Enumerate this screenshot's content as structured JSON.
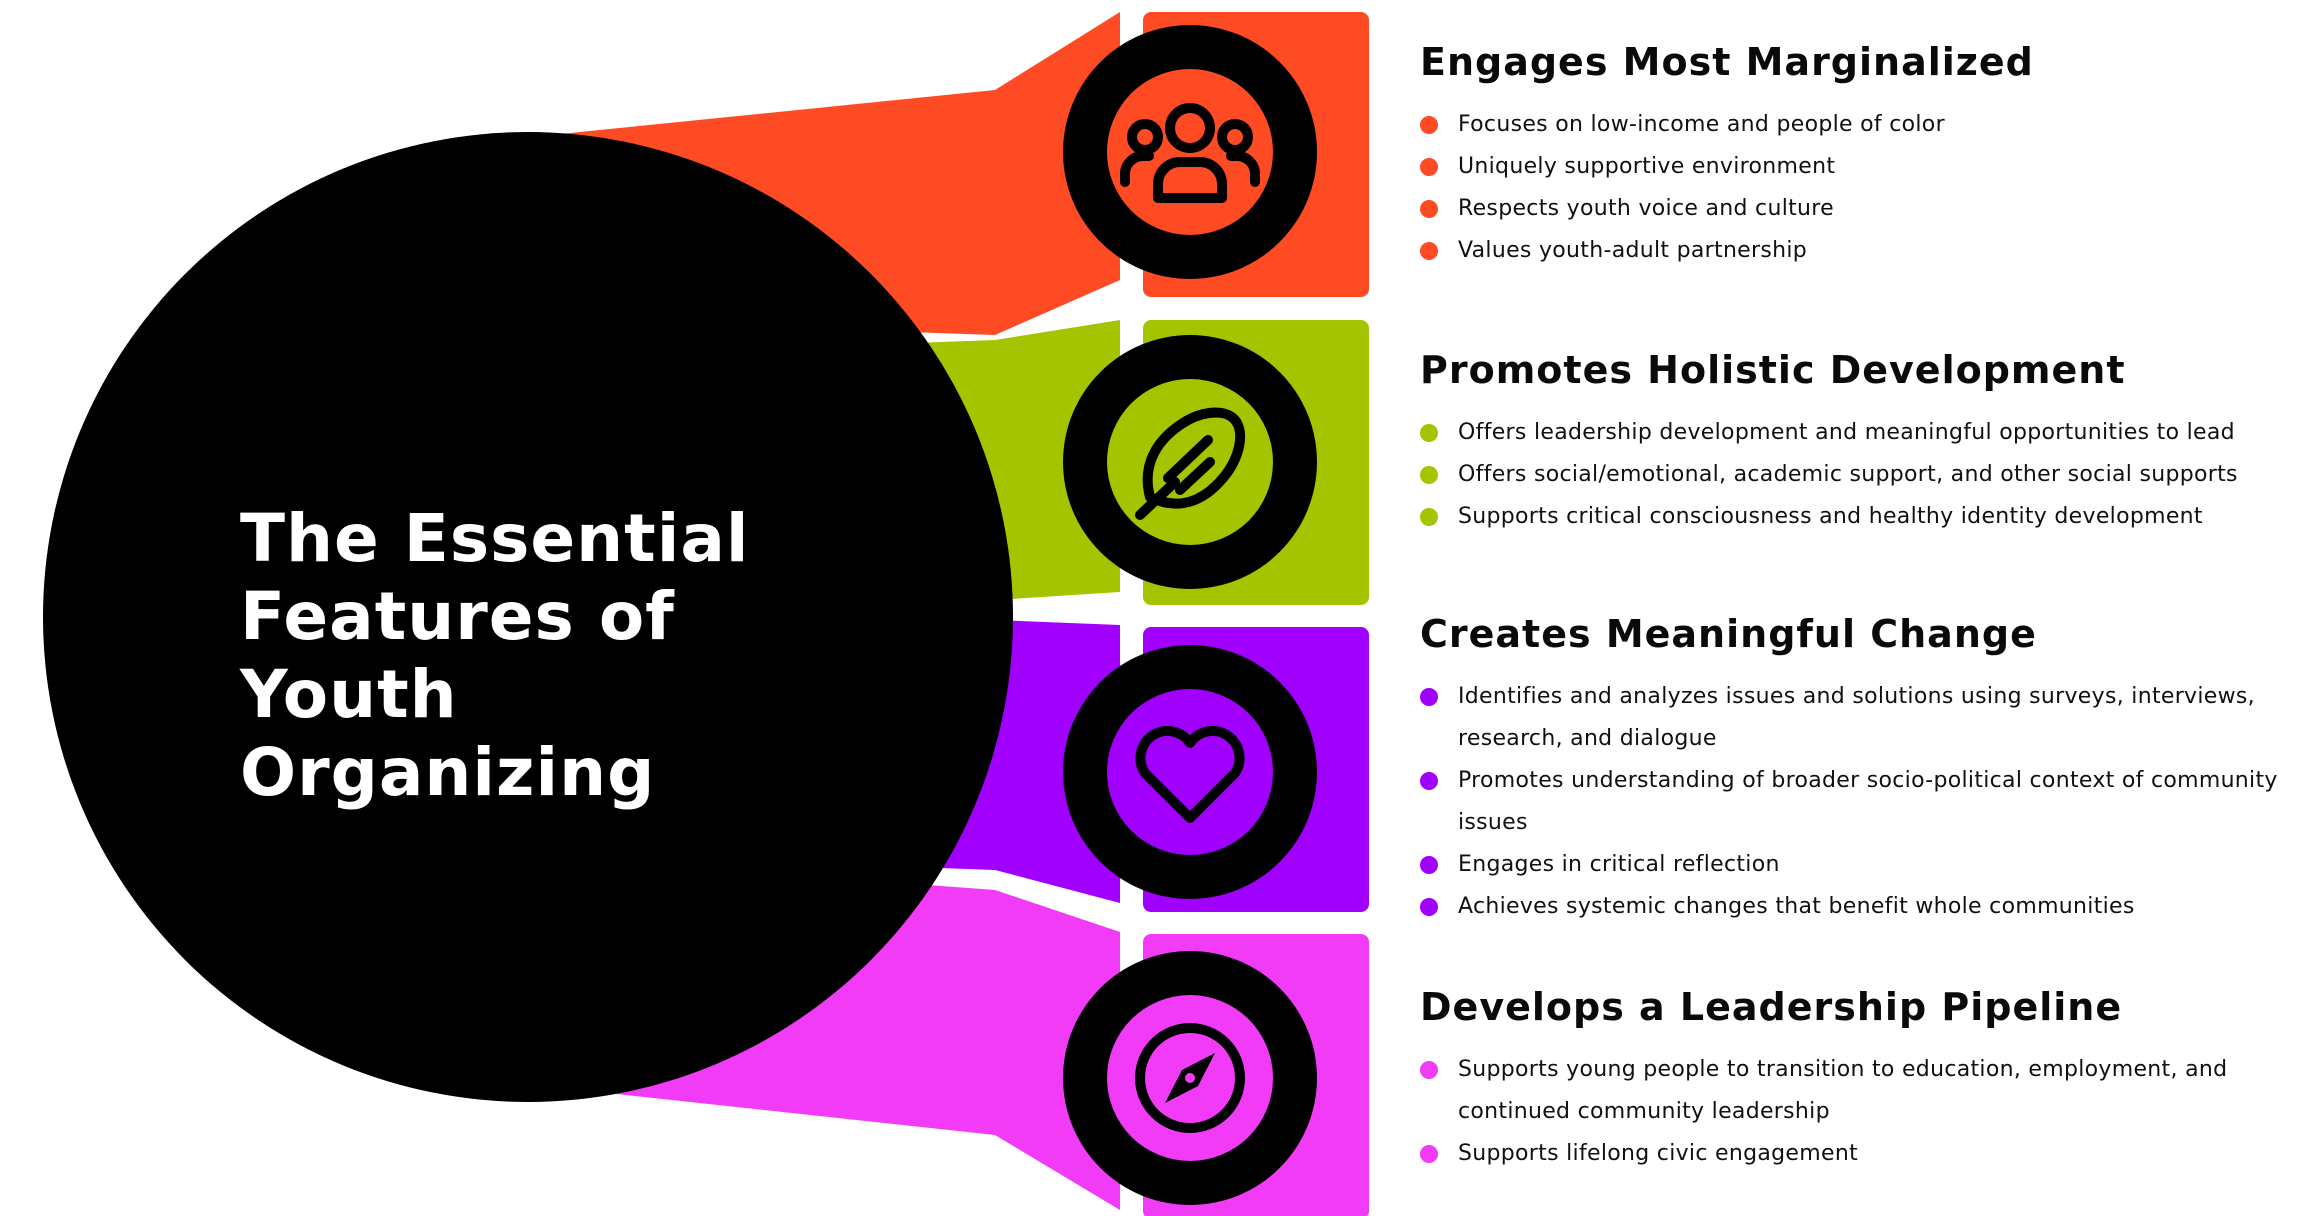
{
  "title": "The Essential Features of Youth Organizing",
  "colors": {
    "orange": "#FF4B24",
    "lime": "#A5C400",
    "purple": "#A100FF",
    "pink": "#F23BF7",
    "black": "#000000"
  },
  "features": [
    {
      "heading": "Engages Most Marginalized",
      "icon": "people-group-icon",
      "color": "#FF4B24",
      "items": [
        "Focuses on low-income and people of color",
        "Uniquely supportive environment",
        "Respects youth voice and culture",
        "Values youth-adult partnership"
      ]
    },
    {
      "heading": "Promotes Holistic Development",
      "icon": "feather-icon",
      "color": "#A5C400",
      "items": [
        "Offers leadership development and meaningful opportunities to lead",
        "Offers social/emotional, academic support, and other social supports",
        "Supports critical consciousness and healthy identity development"
      ]
    },
    {
      "heading": "Creates Meaningful Change",
      "icon": "heart-icon",
      "color": "#A100FF",
      "items": [
        "Identifies and analyzes issues and solutions using surveys, interviews, research, and dialogue",
        "Promotes understanding of broader socio-political context of community issues",
        "Engages in critical reflection",
        "Achieves systemic changes that benefit whole communities"
      ]
    },
    {
      "heading": "Develops a Leadership Pipeline",
      "icon": "compass-icon",
      "color": "#F23BF7",
      "items": [
        "Supports young people to transition to education, employment, and continued community leadership",
        "Supports lifelong civic engagement"
      ]
    }
  ]
}
